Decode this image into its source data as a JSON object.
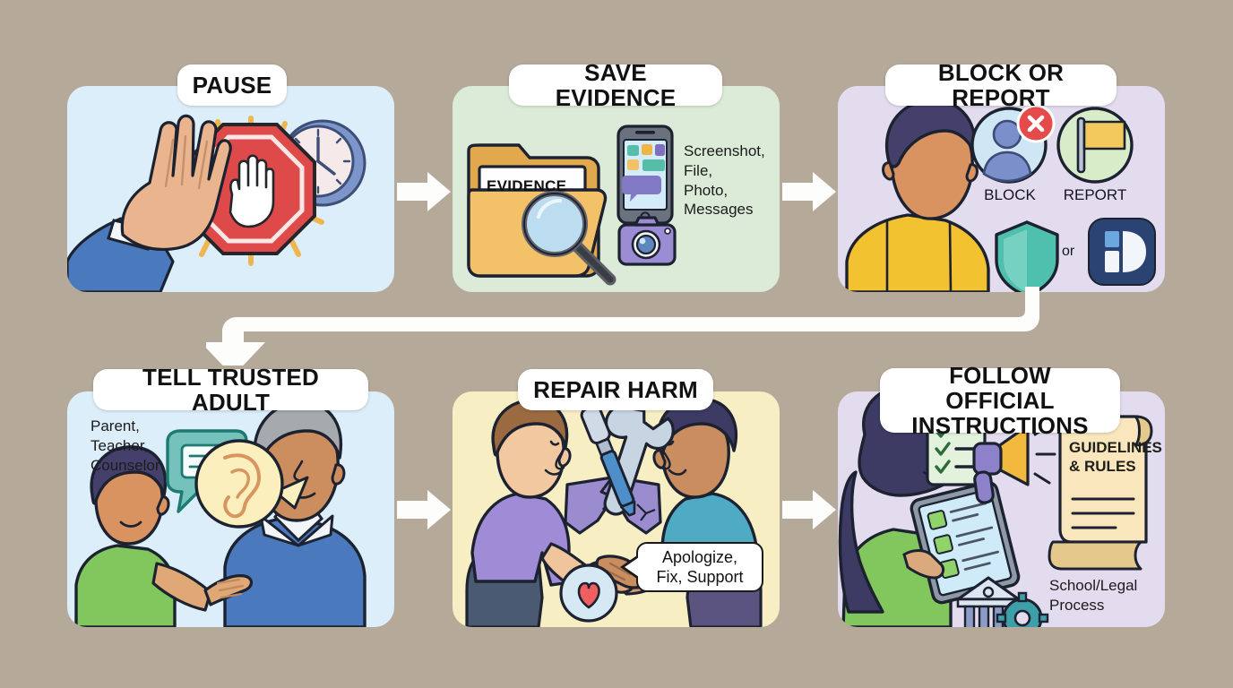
{
  "background_color": "#b5a99a",
  "diagram": {
    "title_chip_bg": "#ffffff",
    "arrow_color": "#fdfdfb",
    "steps": [
      {
        "id": "pause",
        "order": 1,
        "title": "PAUSE",
        "panel_color": "#dceefa",
        "icons": [
          "raised-hand-icon",
          "stop-sign-hand-icon",
          "clock-icon",
          "sunburst-icon"
        ],
        "labels": []
      },
      {
        "id": "save-evidence",
        "order": 2,
        "title": "SAVE EVIDENCE",
        "panel_color": "#dcead8",
        "folder_label": "EVIDENCE",
        "list_text": "Screenshot,\nFile,\nPhoto,\nMessages",
        "icons": [
          "folder-icon",
          "magnifier-icon",
          "smartphone-icon",
          "camera-icon"
        ],
        "labels": []
      },
      {
        "id": "block-or-report",
        "order": 3,
        "title": "BLOCK OR REPORT",
        "panel_color": "#e3dcee",
        "icons": [
          "person-avatar-icon",
          "block-user-icon",
          "flag-icon",
          "shield-icon",
          "report-app-icon"
        ],
        "labels": [
          {
            "id": "block",
            "text": "BLOCK"
          },
          {
            "id": "report",
            "text": "REPORT"
          },
          {
            "id": "or",
            "text": "or"
          }
        ]
      },
      {
        "id": "tell-trusted-adult",
        "order": 4,
        "title": "TELL TRUSTED ADULT",
        "panel_color": "#dceefa",
        "list_text": "Parent,\nTeacher,\nCounselor",
        "icons": [
          "chat-bubble-icon",
          "listening-ear-icon",
          "child-figure-icon",
          "adult-figure-icon"
        ],
        "labels": []
      },
      {
        "id": "repair-harm",
        "order": 5,
        "title": "REPAIR HARM",
        "panel_color": "#f8eec4",
        "callout_text": "Apologize,\nFix, Support",
        "icons": [
          "wrench-icon",
          "screwdriver-icon",
          "broken-heart-piece-icon",
          "handshake-icon",
          "heart-icon"
        ],
        "labels": []
      },
      {
        "id": "follow-official-instructions",
        "order": 6,
        "title": "FOLLOW OFFICIAL INSTRUCTIONS",
        "title_line_1": "FOLLOW OFFICIAL",
        "title_line_2": "INSTRUCTIONS",
        "panel_color": "#e3dcee",
        "scroll_text": "GUIDELINES\n& RULES",
        "process_text": "School/Legal\nProcess",
        "icons": [
          "clipboard-checklist-icon",
          "megaphone-icon",
          "scroll-document-icon",
          "tablet-icon",
          "courthouse-icon",
          "gear-icon",
          "woman-figure-icon"
        ],
        "labels": []
      }
    ],
    "connectors": [
      {
        "id": "arrow-1-to-2",
        "type": "horizontal-right"
      },
      {
        "id": "arrow-2-to-3",
        "type": "horizontal-right"
      },
      {
        "id": "arrow-3-to-4",
        "type": "elbow-down-left-down"
      },
      {
        "id": "arrow-4-to-5",
        "type": "horizontal-right"
      },
      {
        "id": "arrow-5-to-6",
        "type": "horizontal-right"
      }
    ]
  }
}
